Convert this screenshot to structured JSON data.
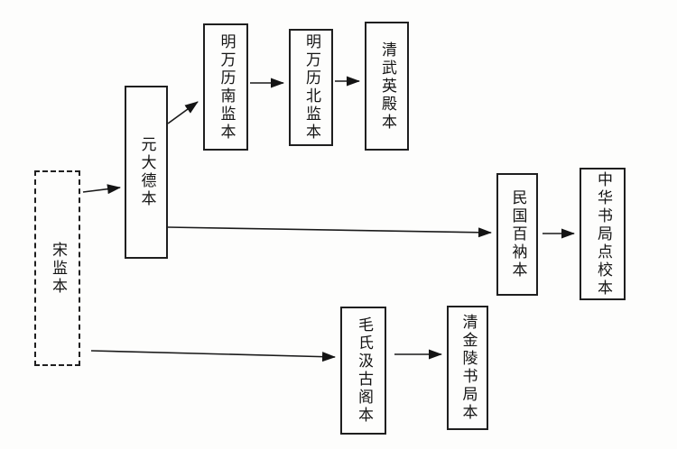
{
  "diagram": {
    "type": "flowchart",
    "nodes": {
      "song_jian_ben": {
        "label": "宋监本",
        "border": "dashed"
      },
      "yuan_dade_ben": {
        "label": "元大德本",
        "border": "solid"
      },
      "ming_wanli_nan_jian_ben": {
        "label": "明万历南监本",
        "border": "solid"
      },
      "ming_wanli_bei_jian_ben": {
        "label": "明万历北监本",
        "border": "solid"
      },
      "qing_wuying_dian_ben": {
        "label": "清武英殿本",
        "border": "solid"
      },
      "minguo_baina_ben": {
        "label": "民国百衲本",
        "border": "solid"
      },
      "zhonghua_shuju_dianjiao_ben": {
        "label": "中华书局点校本",
        "border": "solid"
      },
      "mao_shi_jigu_ge_ben": {
        "label": "毛氏汲古阁本",
        "border": "solid"
      },
      "qing_jinling_shuju_ben": {
        "label": "清金陵书局本",
        "border": "solid"
      }
    },
    "edges": [
      {
        "from": "song_jian_ben",
        "to": "yuan_dade_ben"
      },
      {
        "from": "yuan_dade_ben",
        "to": "ming_wanli_nan_jian_ben"
      },
      {
        "from": "ming_wanli_nan_jian_ben",
        "to": "ming_wanli_bei_jian_ben"
      },
      {
        "from": "ming_wanli_bei_jian_ben",
        "to": "qing_wuying_dian_ben"
      },
      {
        "from": "yuan_dade_ben",
        "to": "minguo_baina_ben"
      },
      {
        "from": "minguo_baina_ben",
        "to": "zhonghua_shuju_dianjiao_ben"
      },
      {
        "from": "song_jian_ben",
        "to": "mao_shi_jigu_ge_ben"
      },
      {
        "from": "mao_shi_jigu_ge_ben",
        "to": "qing_jinling_shuju_ben"
      }
    ],
    "colors": {
      "background": "#fdfdfc",
      "line": "#1a1a1a",
      "box_border": "#1f1f1f",
      "text": "#141414"
    }
  }
}
